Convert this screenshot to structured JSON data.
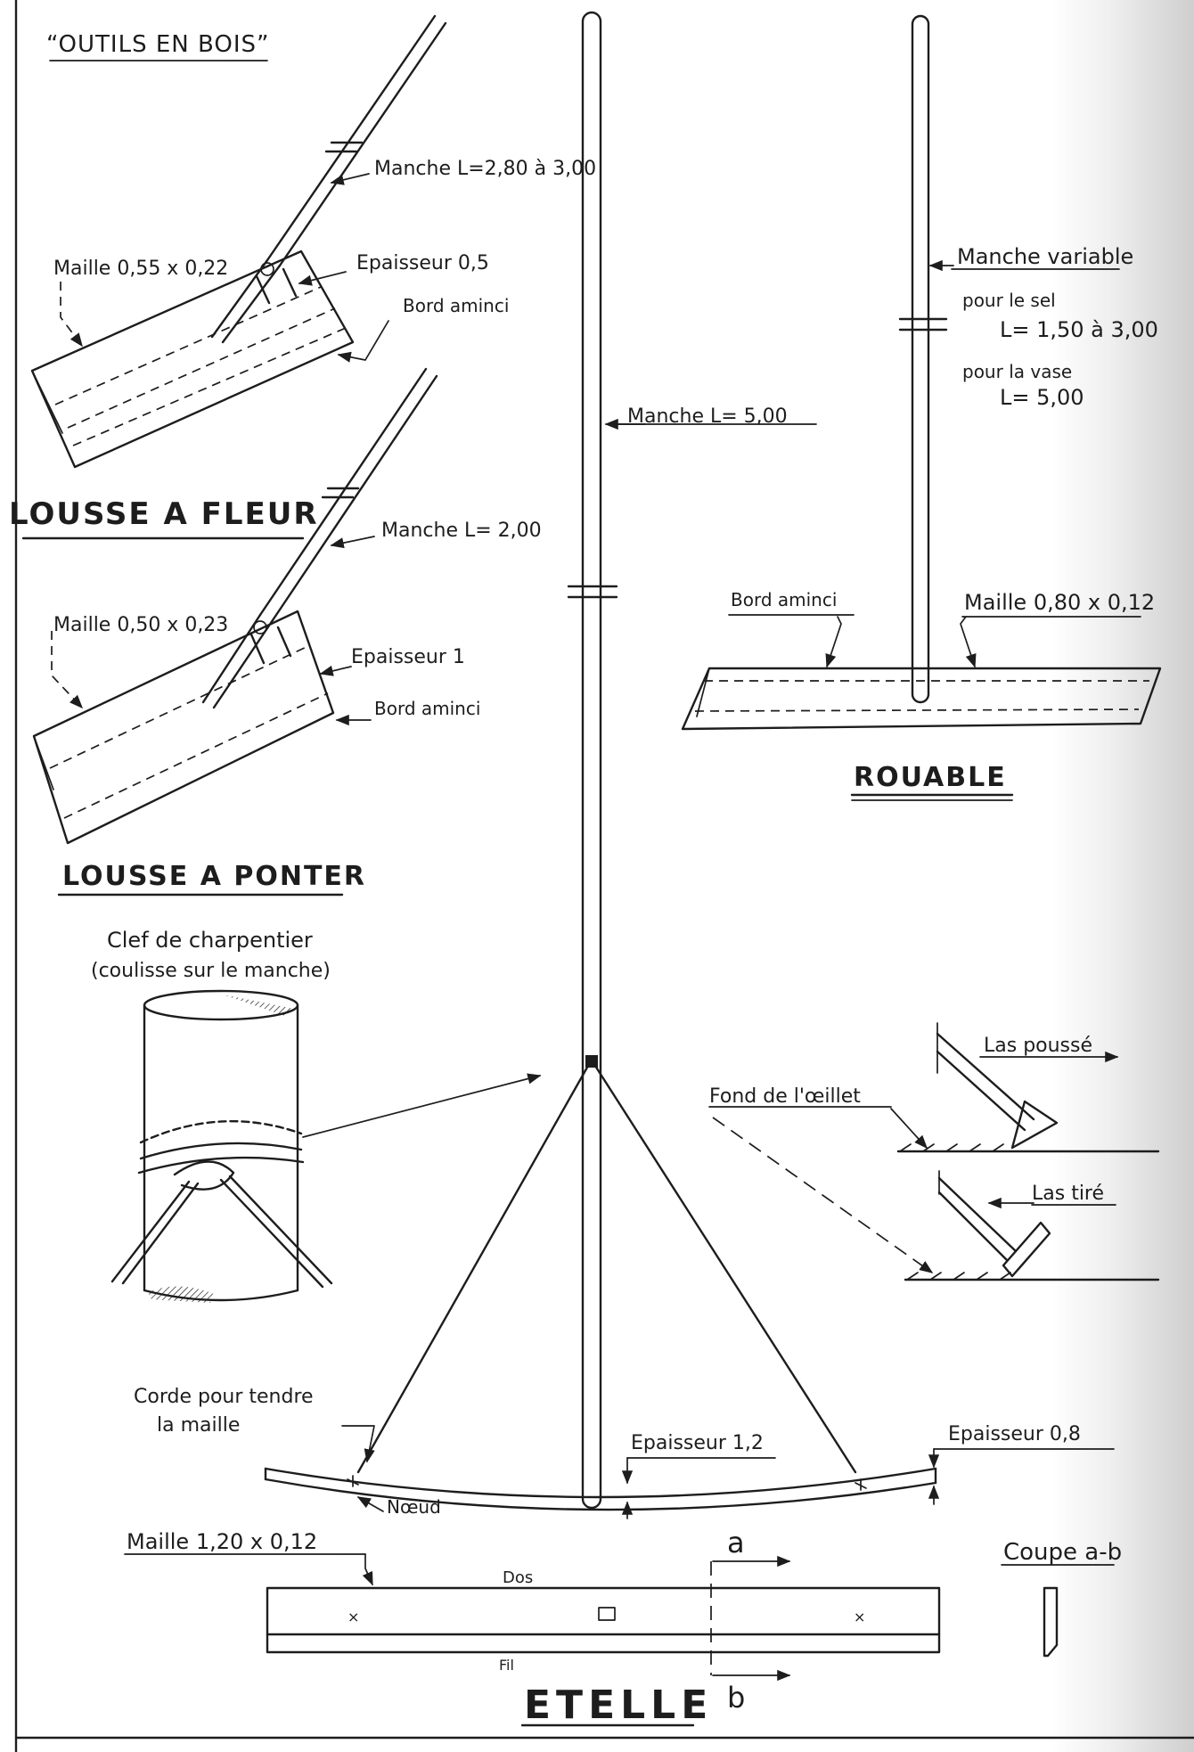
{
  "header": {
    "title": "“OUTILS EN BOIS”"
  },
  "lousse_fleur": {
    "title": "LOUSSE A FLEUR",
    "manche": "Manche L=2,80 à 3,00",
    "maille": "Maille 0,55 x 0,22",
    "epaisseur": "Epaisseur 0,5",
    "bord": "Bord aminci"
  },
  "lousse_ponter": {
    "title": "LOUSSE A PONTER",
    "manche": "Manche L= 2,00",
    "maille": "Maille 0,50 x 0,23",
    "epaisseur": "Epaisseur 1",
    "bord": "Bord aminci"
  },
  "etelle": {
    "title": "ETELLE",
    "manche": "Manche L= 5,00",
    "corde_line1": "Corde pour tendre",
    "corde_line2": "la maille",
    "noeud": "Nœud",
    "epaisseur_center": "Epaisseur 1,2",
    "epaisseur_edge": "Epaisseur 0,8",
    "maille": "Maille 1,20 x 0,12",
    "dos": "Dos",
    "fil": "Fil",
    "section_a": "a",
    "section_b": "b",
    "coupe": "Coupe a-b"
  },
  "clef": {
    "line1": "Clef de charpentier",
    "line2": "(coulisse sur le manche)"
  },
  "rouable": {
    "title": "ROUABLE",
    "manche": "Manche variable",
    "sel_line1": "pour le sel",
    "sel_line2": "L= 1,50 à 3,00",
    "vase_line1": "pour la vase",
    "vase_line2": "L= 5,00",
    "bord": "Bord aminci",
    "maille": "Maille 0,80 x 0,12"
  },
  "las": {
    "fond": "Fond de l'œillet",
    "pousse": "Las poussé",
    "tire": "Las tiré"
  }
}
